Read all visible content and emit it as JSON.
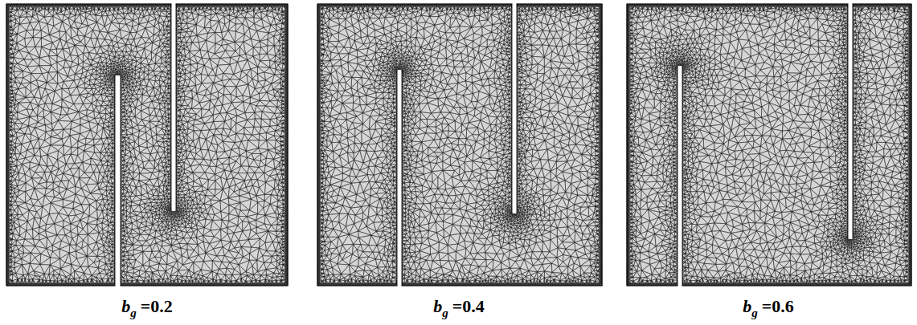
{
  "diagram": {
    "labels": [
      "b",
      "g",
      "=0.2",
      "b",
      "g",
      "=0.4",
      "b",
      "g",
      "=0.6"
    ]
  }
}
